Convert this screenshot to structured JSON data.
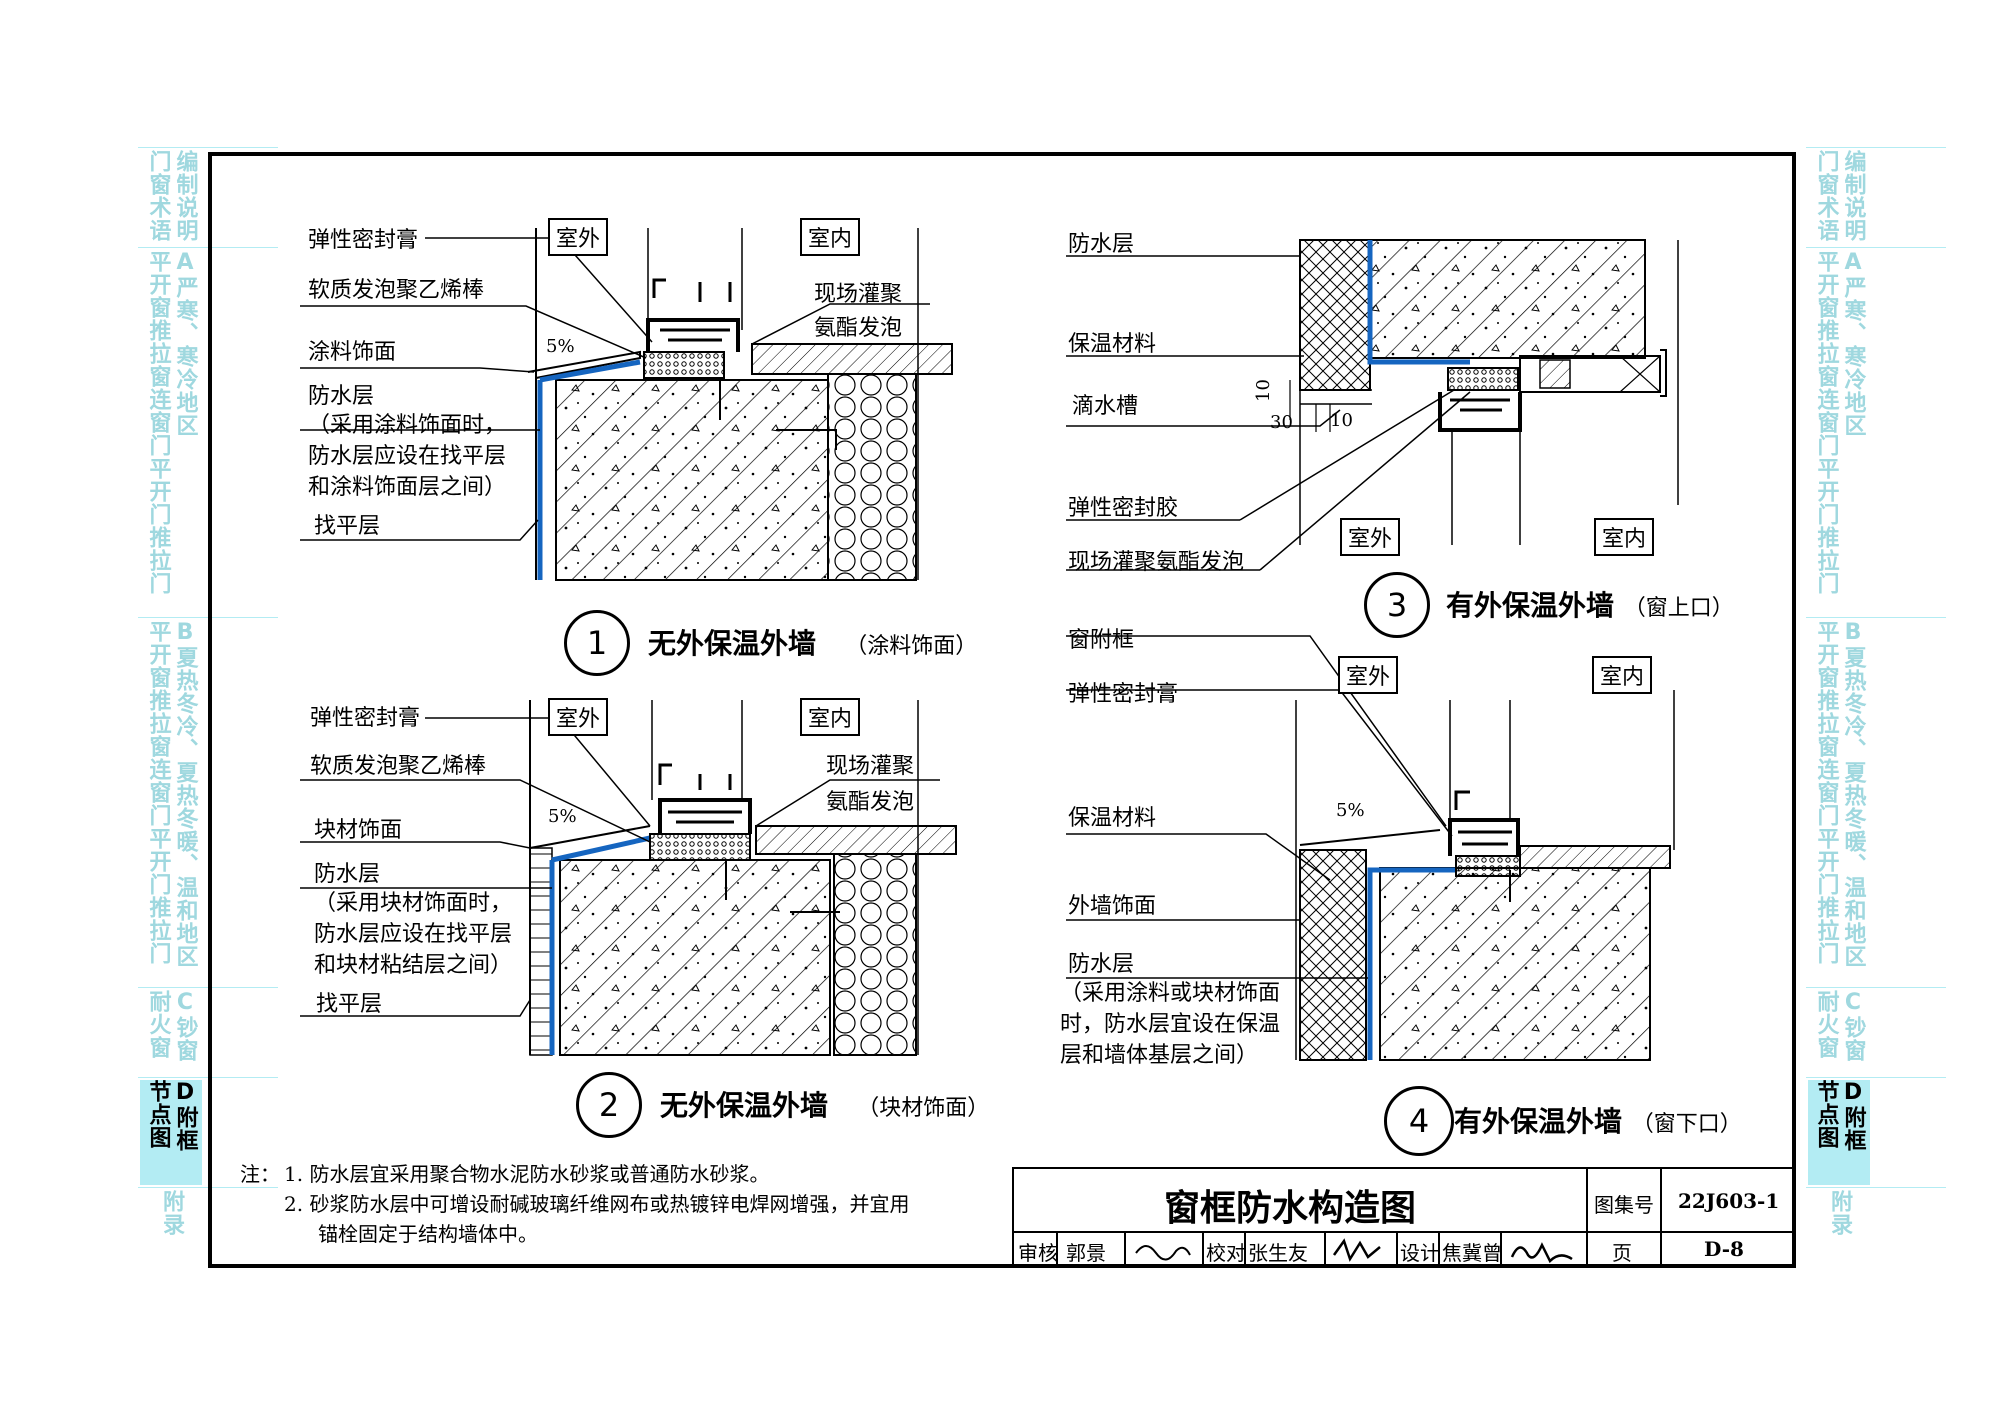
{
  "side_tabs": {
    "left": [
      {
        "cols": [
          "门窗术语",
          "编制说明"
        ],
        "active": false
      },
      {
        "cols": [
          "平开窗推拉窗连窗门平开门推拉门",
          "A严寒、寒冷地区"
        ],
        "active": false
      },
      {
        "cols": [
          "平开窗推拉窗连窗门平开门推拉门",
          "B夏热冬冷、夏热冬暖、温和地区"
        ],
        "active": false
      },
      {
        "cols": [
          "耐火窗",
          "C钞窗"
        ],
        "active": false
      },
      {
        "cols": [
          "节点图",
          "D附框"
        ],
        "active": true
      },
      {
        "cols": [
          "附录"
        ],
        "active": false
      }
    ],
    "right": [
      {
        "cols": [
          "门窗术语",
          "编制说明"
        ],
        "active": false
      },
      {
        "cols": [
          "平开窗推拉窗连窗门平开门推拉门",
          "A严寒、寒冷地区"
        ],
        "active": false
      },
      {
        "cols": [
          "平开窗推拉窗连窗门平开门推拉门",
          "B夏热冬冷、夏热冬暖、温和地区"
        ],
        "active": false
      },
      {
        "cols": [
          "耐火窗",
          "C钞窗"
        ],
        "active": false
      },
      {
        "cols": [
          "节点图",
          "D附框"
        ],
        "active": true
      },
      {
        "cols": [
          "附录"
        ],
        "active": false
      }
    ]
  },
  "detail1": {
    "num": "1",
    "title": "无外保温外墙",
    "subtitle": "（涂料饰面）",
    "outdoor": "室外",
    "indoor": "室内",
    "slope": "5%",
    "labels_left": [
      "弹性密封膏",
      "软质发泡聚乙烯棒",
      "涂料饰面",
      "防水层",
      "（采用涂料饰面时，\n防水层应设在找平层\n和涂料饰面层之间）",
      "找平层"
    ],
    "labels_right": [
      "现场灌聚",
      "氨酯发泡"
    ]
  },
  "detail2": {
    "num": "2",
    "title": "无外保温外墙",
    "subtitle": "（块材饰面）",
    "outdoor": "室外",
    "indoor": "室内",
    "slope": "5%",
    "labels_left": [
      "弹性密封膏",
      "软质发泡聚乙烯棒",
      "块材饰面",
      "防水层",
      "（采用块材饰面时，\n防水层应设在找平层\n和块材粘结层之间）",
      "找平层"
    ],
    "labels_right": [
      "现场灌聚",
      "氨酯发泡"
    ]
  },
  "detail3": {
    "num": "3",
    "title": "有外保温外墙",
    "subtitle": "（窗上口）",
    "outdoor": "室外",
    "indoor": "室内",
    "labels": [
      "防水层",
      "保温材料",
      "滴水槽",
      "弹性密封胶",
      "现场灌聚氨酯发泡"
    ],
    "dims": [
      "10",
      "30",
      "10"
    ]
  },
  "detail4": {
    "num": "4",
    "title": "有外保温外墙",
    "subtitle": "（窗下口）",
    "outdoor": "室外",
    "indoor": "室内",
    "slope": "5%",
    "labels": [
      "窗附框",
      "弹性密封膏",
      "保温材料",
      "外墙饰面",
      "防水层",
      "（采用涂料或块材饰面\n时，防水层宜设在保温\n层和墙体基层之间）"
    ]
  },
  "notes": {
    "prefix": "注：",
    "items": [
      "1.  防水层宜采用聚合物水泥防水砂浆或普通防水砂浆。",
      "2.  砂浆防水层中可增设耐碱玻璃纤维网布或热镀锌电焊网增强，并宜用",
      "锚栓固定于结构墙体中。"
    ]
  },
  "title_block": {
    "drawing_title": "窗框防水构造图",
    "atlas_label": "图集号",
    "atlas_no": "22J603-1",
    "review_label": "审核",
    "reviewer": "郭景",
    "check_label": "校对",
    "checker": "张生友",
    "design_label": "设计",
    "designer": "焦冀曾",
    "page_label": "页",
    "page_no": "D-8"
  },
  "colors": {
    "waterproof": "#1565c0",
    "tab_bg": "#b3ecf3",
    "tab_text": "#9fd8df"
  }
}
